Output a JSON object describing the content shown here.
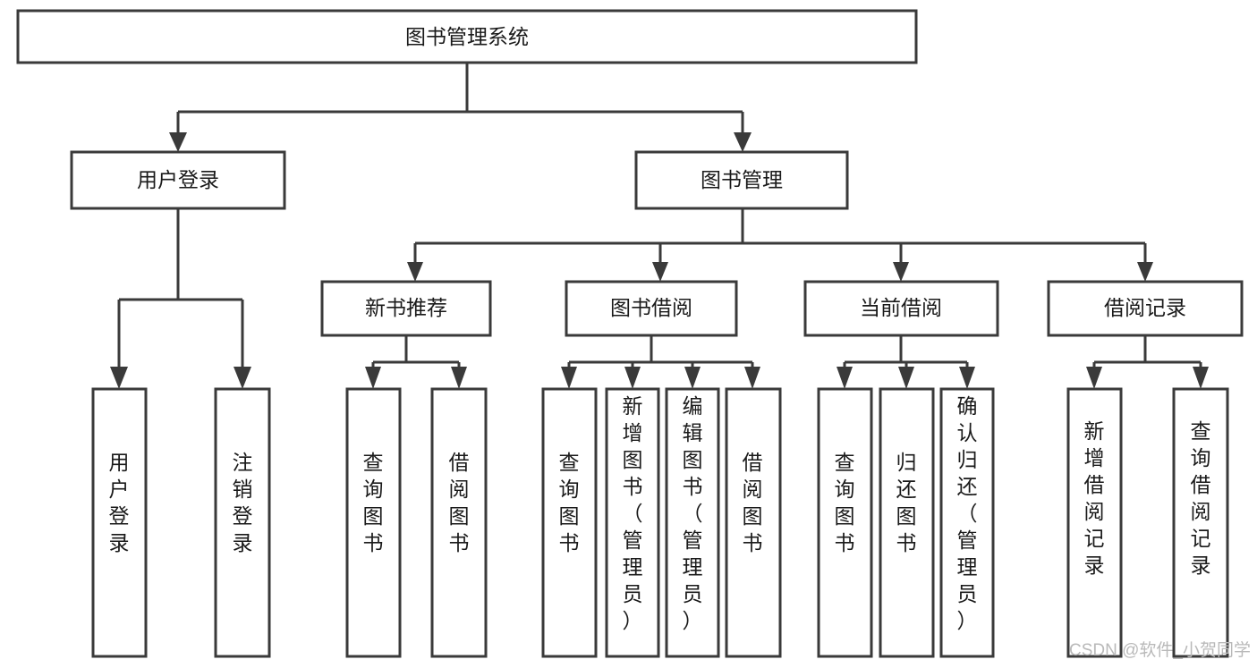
{
  "diagram": {
    "type": "tree-hierarchy",
    "title": "图书管理系统",
    "root": {
      "id": "root",
      "label": "图书管理系统"
    },
    "level2": [
      {
        "id": "user-login",
        "label": "用户登录"
      },
      {
        "id": "book-manage",
        "label": "图书管理"
      }
    ],
    "level3": [
      {
        "id": "new-book-rec",
        "label": "新书推荐",
        "parent": "book-manage"
      },
      {
        "id": "book-borrow",
        "label": "图书借阅",
        "parent": "book-manage"
      },
      {
        "id": "current-borrow",
        "label": "当前借阅",
        "parent": "book-manage"
      },
      {
        "id": "borrow-record",
        "label": "借阅记录",
        "parent": "book-manage"
      }
    ],
    "leaves": [
      {
        "id": "leaf-user-login",
        "label": "用户登录",
        "parent": "user-login"
      },
      {
        "id": "leaf-logout-login",
        "label": "注销登录",
        "parent": "user-login"
      },
      {
        "id": "leaf-query-book-1",
        "label": "查询图书",
        "parent": "new-book-rec"
      },
      {
        "id": "leaf-borrow-book-1",
        "label": "借阅图书",
        "parent": "new-book-rec"
      },
      {
        "id": "leaf-query-book-2",
        "label": "查询图书",
        "parent": "book-borrow"
      },
      {
        "id": "leaf-add-book",
        "label": "新增图书（管理员）",
        "parent": "book-borrow"
      },
      {
        "id": "leaf-edit-book",
        "label": "编辑图书（管理员）",
        "parent": "book-borrow"
      },
      {
        "id": "leaf-borrow-book-2",
        "label": "借阅图书",
        "parent": "book-borrow"
      },
      {
        "id": "leaf-query-book-3",
        "label": "查询图书",
        "parent": "current-borrow"
      },
      {
        "id": "leaf-return-book",
        "label": "归还图书",
        "parent": "current-borrow"
      },
      {
        "id": "leaf-confirm-return",
        "label": "确认归还（管理员）",
        "parent": "current-borrow"
      },
      {
        "id": "leaf-add-record",
        "label": "新增借阅记录",
        "parent": "borrow-record"
      },
      {
        "id": "leaf-query-record",
        "label": "查询借阅记录",
        "parent": "borrow-record"
      }
    ],
    "colors": {
      "stroke": "#3a3a3a",
      "fill": "#ffffff",
      "text": "#1a1a1a",
      "watermark": "#b9b9b9"
    }
  },
  "watermark": {
    "label": "CSDN @软件_小贺同学"
  }
}
